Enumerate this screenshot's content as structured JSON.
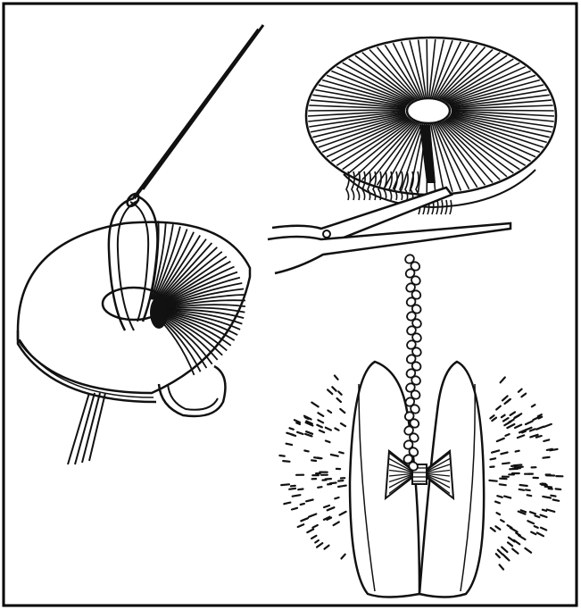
{
  "illustration": {
    "steps": [
      {
        "name": "wrapping-yarn-around-cardboard-ring"
      },
      {
        "name": "cutting-yarn-between-rings"
      },
      {
        "name": "tying-center-and-removing-rings"
      }
    ],
    "colors": {
      "ink": "#111111",
      "paper": "#ffffff",
      "border": "#000000"
    },
    "icons": [
      "needle-icon",
      "scissors-icon",
      "cardboard-ring-icon",
      "pompom-icon",
      "braid-icon"
    ]
  }
}
